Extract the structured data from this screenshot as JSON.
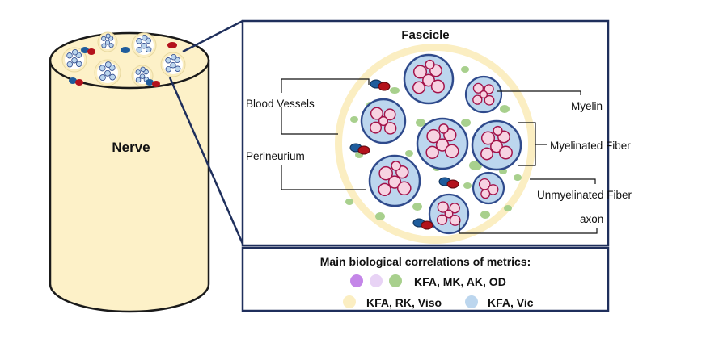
{
  "nerve": {
    "label": "Nerve"
  },
  "fascicle": {
    "title": "Fascicle"
  },
  "labels": {
    "blood_vessels": "Blood Vessels",
    "perineurium": "Perineurium",
    "myelin": "Myelin",
    "myelinated_fiber": "Myelinated Fiber",
    "unmyelinated_fiber": "Unmyelinated Fiber",
    "axon": "axon"
  },
  "legend": {
    "title": "Main biological correlations of metrics:",
    "rows": [
      {
        "metrics": "KFA, MK, AK, OD"
      },
      {
        "metrics": "KFA, RK, Viso"
      },
      {
        "metrics": "KFA, Vic"
      }
    ]
  },
  "colors": {
    "nerve_fill": "#fdf1c8",
    "perineurium": "#fbeec2",
    "fiber_fill": "#bcd6ee",
    "fiber_border": "#2f4a8c",
    "axon_fill": "#f7d3e2",
    "axon_border": "#a3134a",
    "unmyelinated": "#a8d08d",
    "vessel_red": "#b3121c",
    "vessel_blue": "#1f5c9c",
    "purple": "#c486e8",
    "lavender": "#e8d3f5",
    "frame": "#1f2f5c"
  }
}
